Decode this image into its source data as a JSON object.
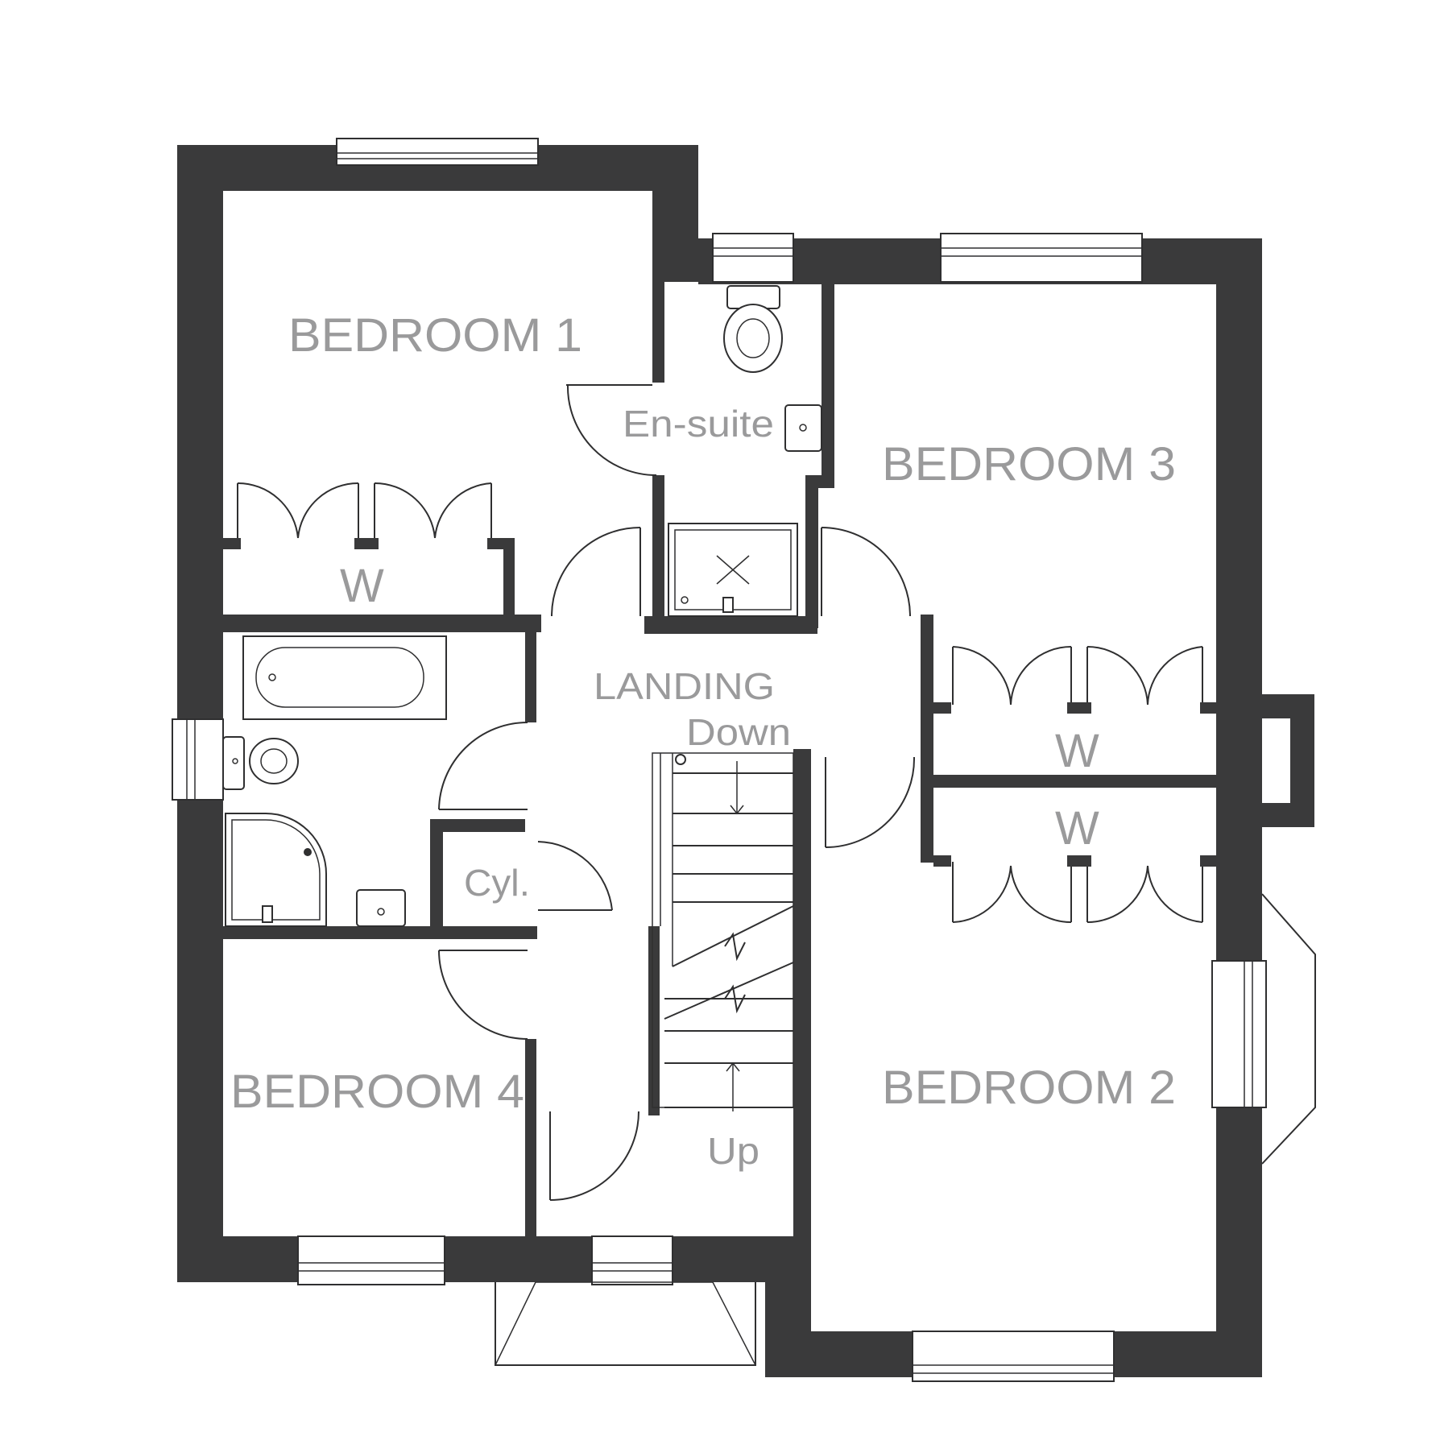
{
  "plan": {
    "rooms": {
      "bedroom1": "BEDROOM 1",
      "bedroom2": "BEDROOM 2",
      "bedroom3": "BEDROOM 3",
      "bedroom4": "BEDROOM 4",
      "ensuite": "En-suite",
      "landing": "LANDING",
      "cylinder": "Cyl."
    },
    "wardrobes": {
      "bedroom1": "W",
      "bedroom3": "W",
      "bedroom2": "W"
    },
    "stairs": {
      "down": "Down",
      "up": "Up"
    }
  }
}
